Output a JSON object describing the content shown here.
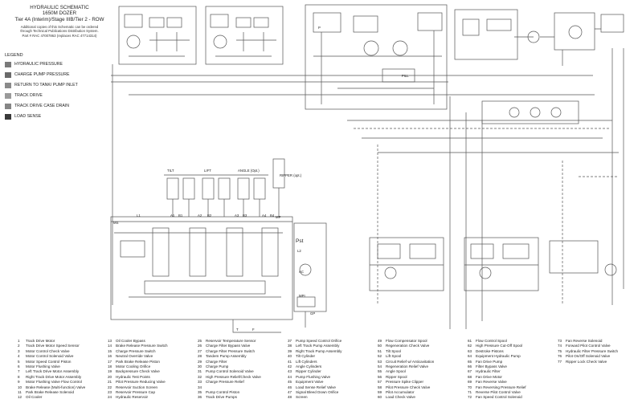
{
  "title": {
    "lines": [
      "HYDRAULIC SCHEMATIC",
      "1650M DOZER",
      "Tier 4A (Interim)/Stage IIIB/Tier 2 - ROW"
    ],
    "note_lines": [
      "Additional copies of this Schematic can be ordered",
      "through Technical Publications Distribution System.",
      "Part # RAC 47007863 (replaces RAC 47714314)"
    ]
  },
  "legend": {
    "heading": "LEGEND",
    "items": [
      {
        "label": "HYDRAULIC PRESSURE",
        "color": "#7a7a7a"
      },
      {
        "label": "CHARGE PUMP PRESSURE",
        "color": "#6a6a6a"
      },
      {
        "label": "RETURN TO TANK/ PUMP INLET",
        "color": "#8a8a8a"
      },
      {
        "label": "TRACK DRIVE",
        "color": "#9a9a9a"
      },
      {
        "label": "TRACK DRIVE CASE DRAIN",
        "color": "#858585"
      },
      {
        "label": "LOAD SENSE",
        "color": "#3a3a3a"
      }
    ]
  },
  "schematic_labels": {
    "tilt": "TILT",
    "lift": "LIFT",
    "angle": "ANGLE (Opt.)",
    "ripper": "RIPPER (opt.)",
    "pst": "Pst",
    "mp": "MP",
    "ms": "MS",
    "l1": "L1",
    "l2": "L2",
    "ac": "AC",
    "mpi": "MPI",
    "a1": "A1",
    "b1": "B1",
    "a2": "A2",
    "b2": "B2",
    "a3": "A3",
    "b3": "B3",
    "a4": "A4",
    "b4": "B4",
    "gp": "GP",
    "t": "T",
    "f": "F",
    "fill": "FILL",
    "p": "P"
  },
  "parts": [
    [
      {
        "num": "1",
        "name": "Track Drive Motor"
      },
      {
        "num": "2",
        "name": "Track Drive Motor Speed Sensor"
      },
      {
        "num": "3",
        "name": "Motor Control Check Valve"
      },
      {
        "num": "4",
        "name": "Motor Control Solenoid Valve"
      },
      {
        "num": "5",
        "name": "Motor Speed Control Piston"
      },
      {
        "num": "6",
        "name": "Motor Flushing Valve"
      },
      {
        "num": "7",
        "name": "Left Track Drive Motor Assembly"
      },
      {
        "num": "8",
        "name": "Right Track Drive Motor Assembly"
      },
      {
        "num": "9",
        "name": "Motor Flushing Valve Flow Control"
      },
      {
        "num": "10",
        "name": "Brake Release (Multi-function) Valve"
      },
      {
        "num": "11",
        "name": "Park Brake Release Solenoid"
      },
      {
        "num": "12",
        "name": "Oil Cooler"
      }
    ],
    [
      {
        "num": "13",
        "name": "Oil Cooler Bypass"
      },
      {
        "num": "14",
        "name": "Brake Release Pressure Switch"
      },
      {
        "num": "15",
        "name": "Charge Pressure Switch"
      },
      {
        "num": "16",
        "name": "Neutral Override Valve"
      },
      {
        "num": "17",
        "name": "Park Brake Release Piston"
      },
      {
        "num": "18",
        "name": "Motor Cooling Orifice"
      },
      {
        "num": "19",
        "name": "Backpressure Check Valve"
      },
      {
        "num": "20",
        "name": "Hydraulic Test Points"
      },
      {
        "num": "21",
        "name": "Pilot Pressure Reducing Valve"
      },
      {
        "num": "22",
        "name": "Reservoir Suction Screen"
      },
      {
        "num": "23",
        "name": "Reservoir Pressure Cap"
      },
      {
        "num": "24",
        "name": "Hydraulic Reservoir"
      }
    ],
    [
      {
        "num": "25",
        "name": "Reservoir Temperature Sensor"
      },
      {
        "num": "26",
        "name": "Charge Filter Bypass Valve"
      },
      {
        "num": "27",
        "name": "Charge Filter Pressure Switch"
      },
      {
        "num": "28",
        "name": "Tandem Pump Assembly"
      },
      {
        "num": "29",
        "name": "Charge Filter"
      },
      {
        "num": "30",
        "name": "Charge Pump"
      },
      {
        "num": "31",
        "name": "Pump Control Solenoid Valve"
      },
      {
        "num": "32",
        "name": "High Pressure Relief/Check Valve"
      },
      {
        "num": "33",
        "name": "Charge Pressure Relief"
      },
      {
        "num": "34",
        "name": ""
      },
      {
        "num": "35",
        "name": "Pump Control Piston"
      },
      {
        "num": "36",
        "name": "Track Drive Pumps"
      }
    ],
    [
      {
        "num": "37",
        "name": "Pump Speed Control Orifice"
      },
      {
        "num": "38",
        "name": "Left Track Pump Assembly"
      },
      {
        "num": "39",
        "name": "Right Track Pump Assembly"
      },
      {
        "num": "40",
        "name": "Tilt Cylinder"
      },
      {
        "num": "41",
        "name": "Lift Cylinders"
      },
      {
        "num": "42",
        "name": "Angle Cylinders"
      },
      {
        "num": "43",
        "name": "Ripper Cylinder"
      },
      {
        "num": "44",
        "name": "Pump Flushing Valve"
      },
      {
        "num": "45",
        "name": "Equipment Valve"
      },
      {
        "num": "46",
        "name": "Load Sense Relief Valve"
      },
      {
        "num": "47",
        "name": "Signal Bleed Down Orifice"
      },
      {
        "num": "48",
        "name": "Screen"
      }
    ],
    [
      {
        "num": "49",
        "name": "Flow Compensator Spool"
      },
      {
        "num": "50",
        "name": "Regeneration Check Valve"
      },
      {
        "num": "51",
        "name": "Tilt Spool"
      },
      {
        "num": "52",
        "name": "Lift Spool"
      },
      {
        "num": "53",
        "name": "Circuit Relief w/ Anticavitation"
      },
      {
        "num": "54",
        "name": "Regeneration Relief Valve"
      },
      {
        "num": "55",
        "name": "Angle Spool"
      },
      {
        "num": "56",
        "name": "Ripper Spool"
      },
      {
        "num": "57",
        "name": "Pressure Spike Clipper"
      },
      {
        "num": "58",
        "name": "Pilot Pressure Check Valve"
      },
      {
        "num": "59",
        "name": "Pilot Accumulator"
      },
      {
        "num": "60",
        "name": "Load Check Valve"
      }
    ],
    [
      {
        "num": "61",
        "name": "Flow Control Spool"
      },
      {
        "num": "62",
        "name": "High Pressure Cut-Off Spool"
      },
      {
        "num": "63",
        "name": "Destroke Pistons"
      },
      {
        "num": "64",
        "name": "Equipment Hydraulic Pump"
      },
      {
        "num": "65",
        "name": "Fan Drive Pump"
      },
      {
        "num": "66",
        "name": "Filter Bypass Valve"
      },
      {
        "num": "67",
        "name": "Hydraulic Filter"
      },
      {
        "num": "68",
        "name": "Fan Drive Motor"
      },
      {
        "num": "69",
        "name": "Fan Reverse Valve"
      },
      {
        "num": "70",
        "name": "Fan Reversing Pressure Relief"
      },
      {
        "num": "71",
        "name": "Reverse Pilot Control Valve"
      },
      {
        "num": "72",
        "name": "Fan Speed Control Solenoid"
      }
    ],
    [
      {
        "num": "73",
        "name": "Fan Reverse Solenoid"
      },
      {
        "num": "74",
        "name": "Forward Pilot Control Valve"
      },
      {
        "num": "75",
        "name": "Hydraulic Filter Pressure Switch"
      },
      {
        "num": "76",
        "name": "Pilot On/Off Solenoid Valve"
      },
      {
        "num": "77",
        "name": "Ripper Lock Check Valve"
      }
    ]
  ]
}
